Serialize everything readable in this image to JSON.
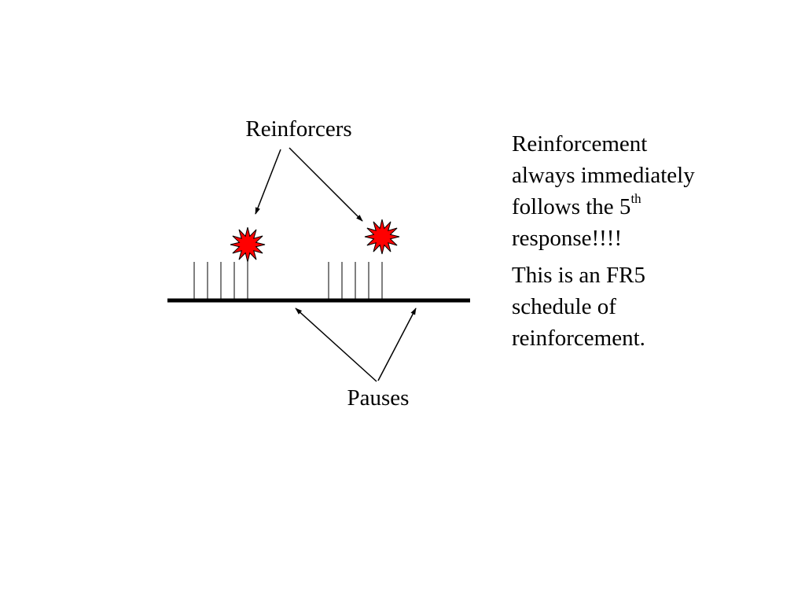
{
  "diagram": {
    "reinforcers_label": "Reinforcers",
    "pauses_label": "Pauses",
    "responses_per_reinforcer": 5,
    "response_runs": 2,
    "colors": {
      "reinforcer_fill": "#ff0000",
      "line": "#000000"
    }
  },
  "explanation": {
    "paragraph1_line1": "Reinforcement",
    "paragraph1_line2": "always immediately",
    "paragraph1_line3": "follows the 5",
    "paragraph1_superscript": "th",
    "paragraph1_line4": "response!!!!",
    "paragraph2_line1": "This is an FR5",
    "paragraph2_line2": "schedule of",
    "paragraph2_line3": "reinforcement."
  }
}
